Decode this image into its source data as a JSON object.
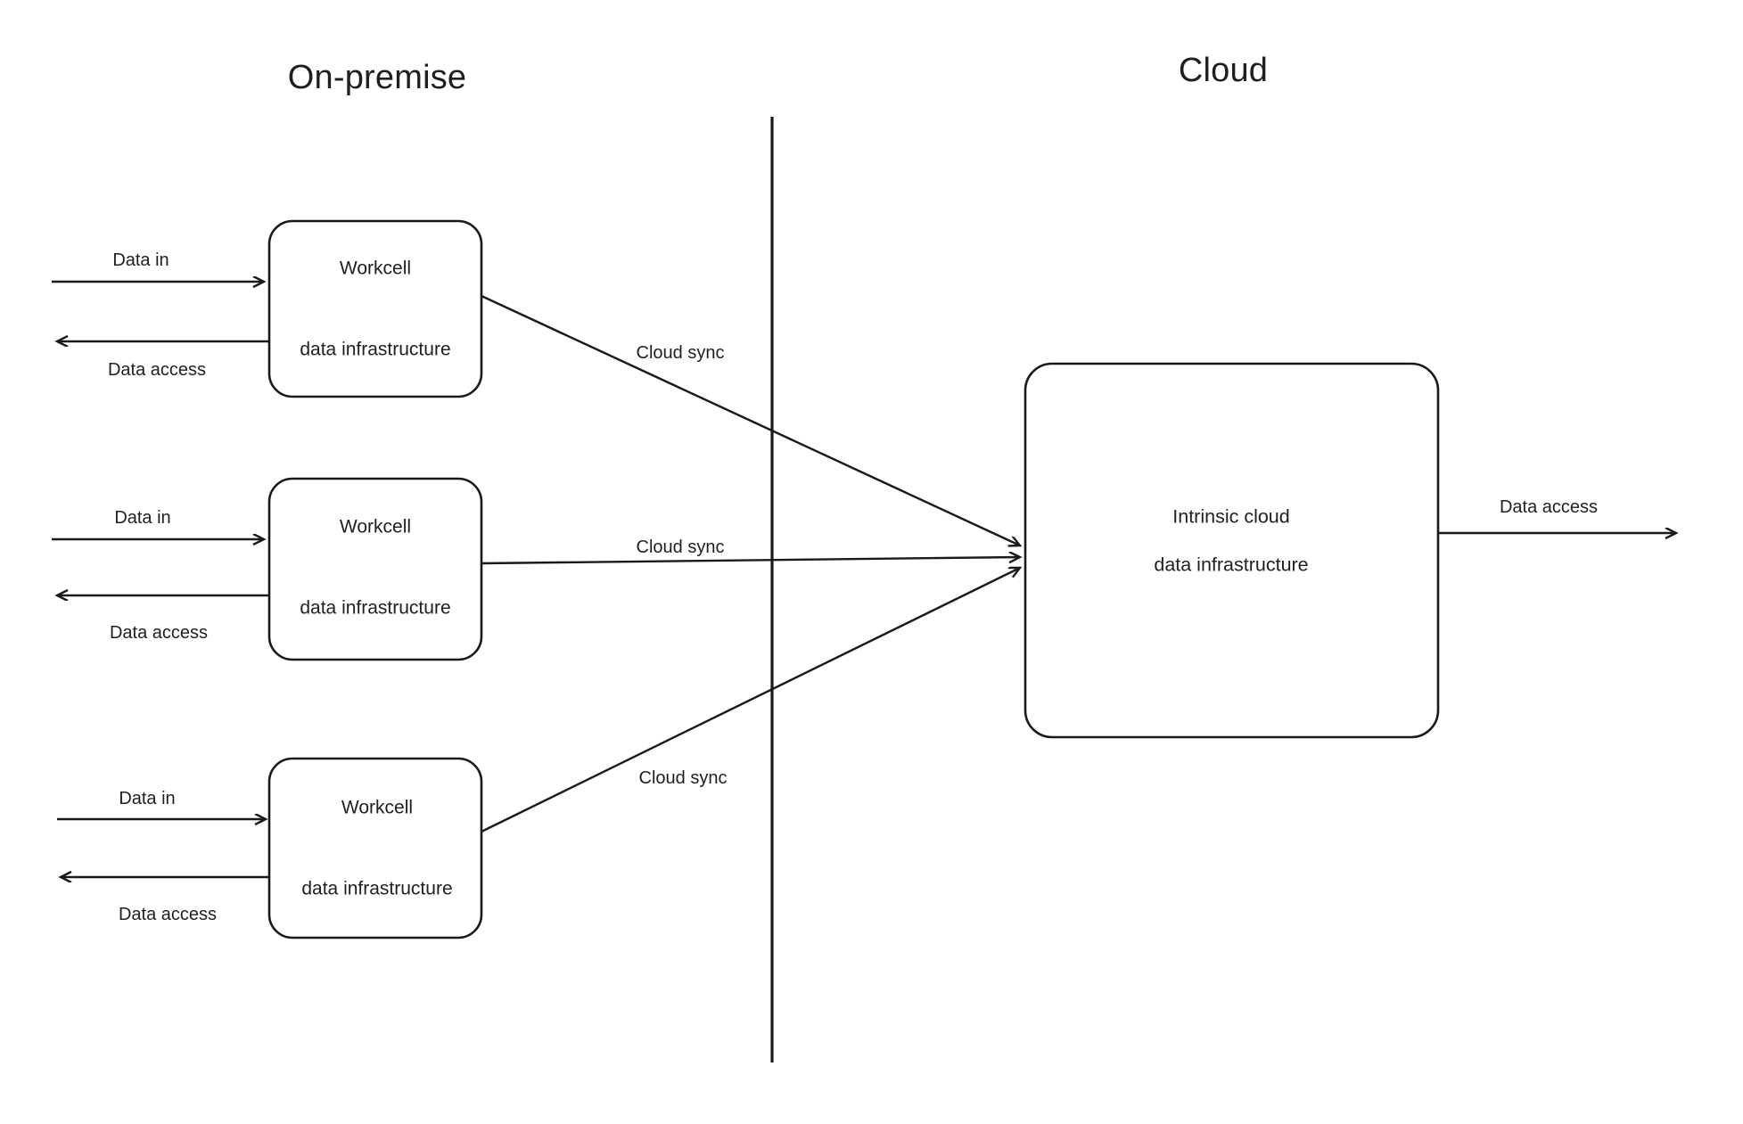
{
  "diagram": {
    "title_left": "On-premise",
    "title_right": "Cloud",
    "workcells": [
      {
        "line1": "Workcell",
        "line2": "data infrastructure",
        "data_in": "Data in",
        "data_access": "Data access",
        "cloud_sync": "Cloud sync"
      },
      {
        "line1": "Workcell",
        "line2": "data infrastructure",
        "data_in": "Data in",
        "data_access": "Data access",
        "cloud_sync": "Cloud sync"
      },
      {
        "line1": "Workcell",
        "line2": "data infrastructure",
        "data_in": "Data in",
        "data_access": "Data access",
        "cloud_sync": "Cloud sync"
      }
    ],
    "cloud_node": {
      "line1": "Intrinsic cloud",
      "line2": "data infrastructure"
    },
    "cloud_output": {
      "label": "Data access"
    },
    "colors": {
      "stroke": "#1a1a1a",
      "background": "#ffffff",
      "text": "#1f1f1f"
    }
  }
}
